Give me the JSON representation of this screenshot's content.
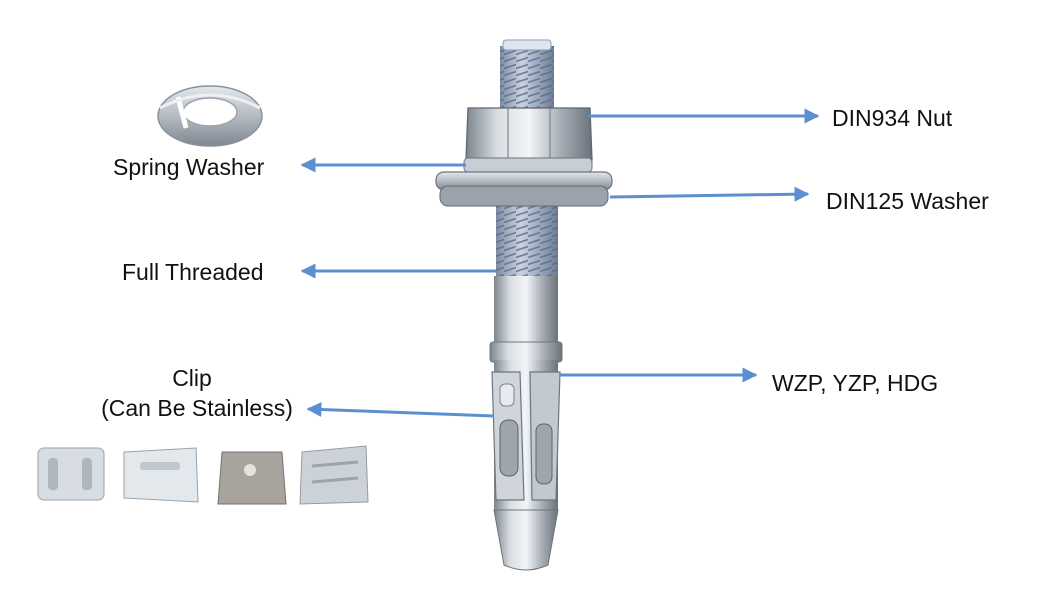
{
  "labels": {
    "nut": "DIN934 Nut",
    "washer": "DIN125 Washer",
    "spring_washer": "Spring Washer",
    "full_threaded": "Full Threaded",
    "clip_line1": "Clip",
    "clip_line2": "(Can Be Stainless)",
    "finish": "WZP, YZP, HDG"
  },
  "colors": {
    "arrow": "#5b8fd0",
    "steel": "#b9c0c8",
    "steel_dark": "#6f7780",
    "text": "#111111"
  }
}
